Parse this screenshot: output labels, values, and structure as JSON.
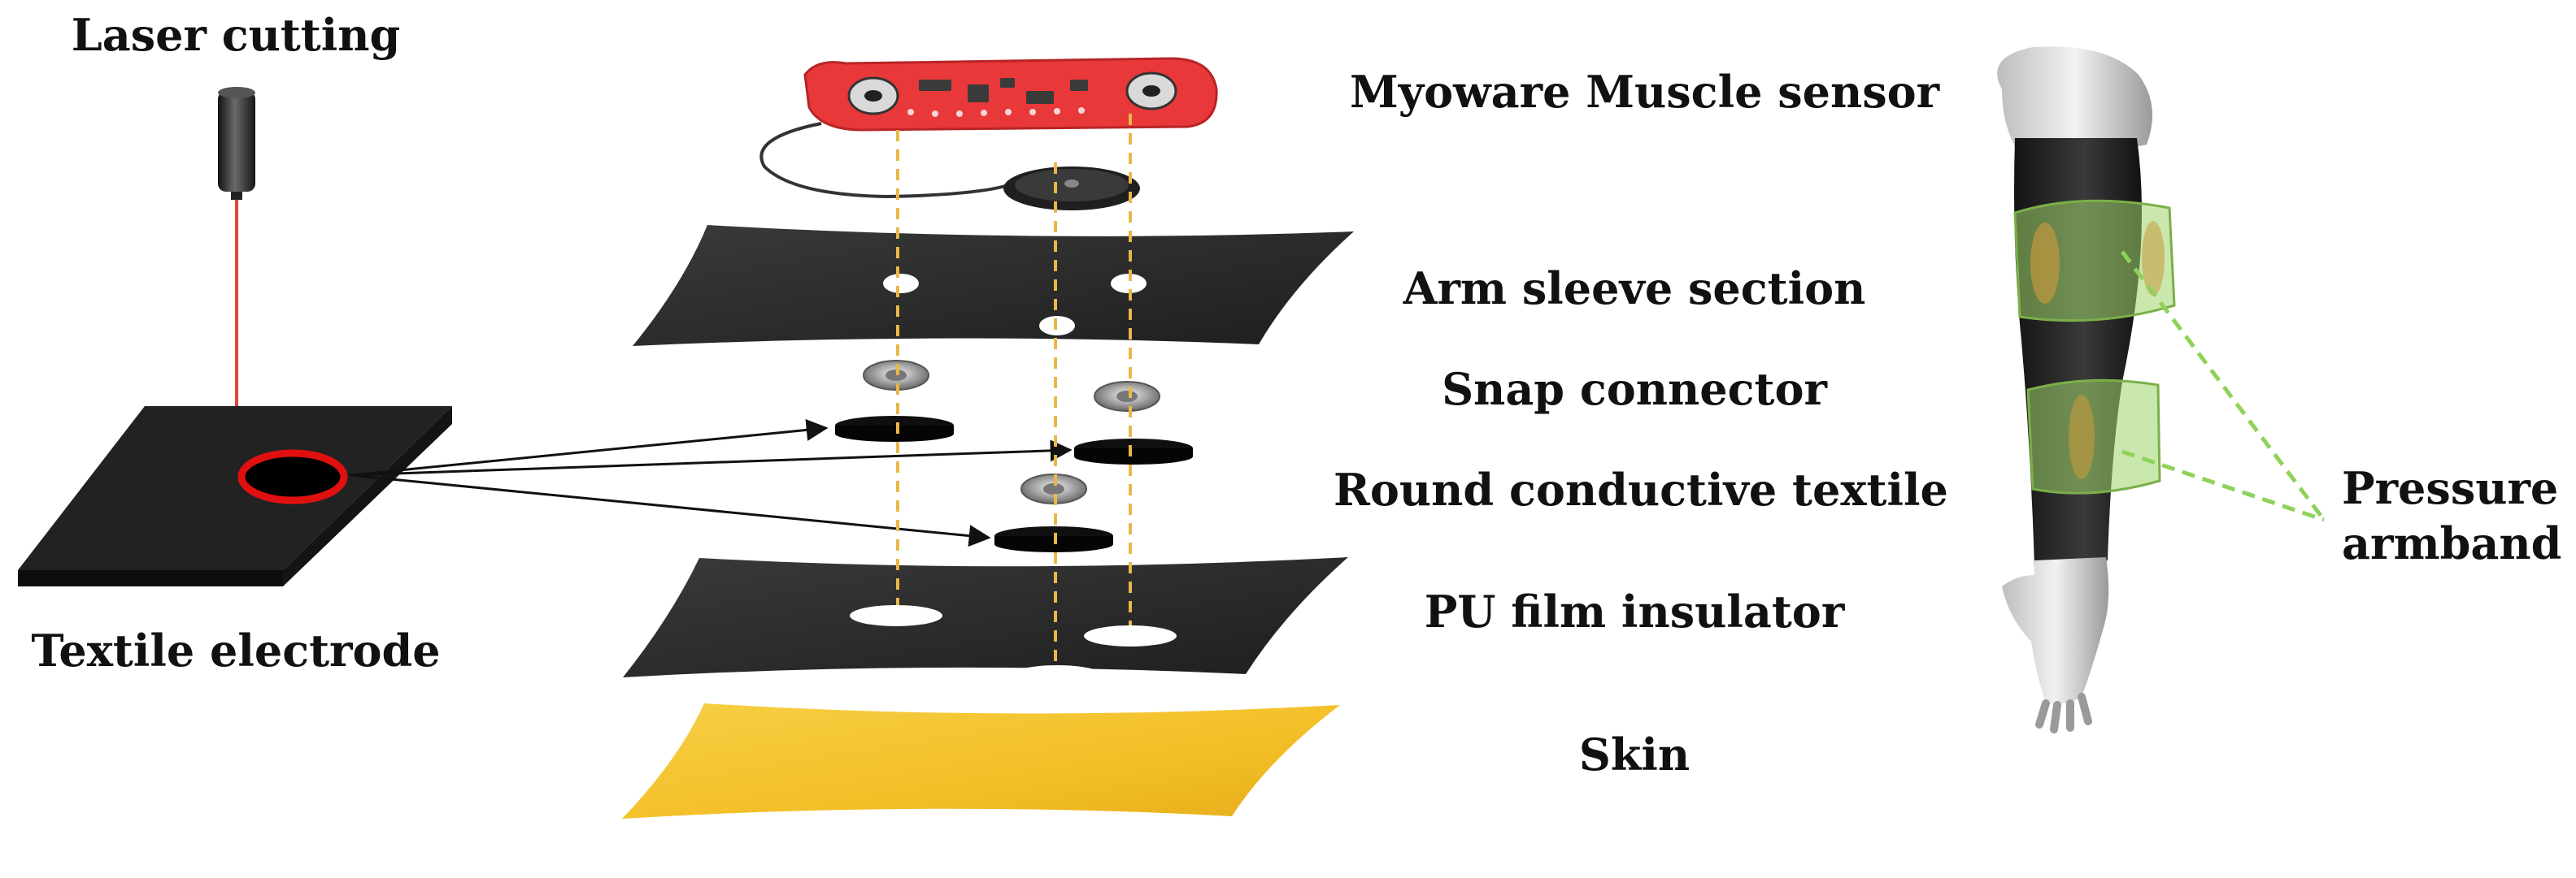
{
  "labels": {
    "laser_cutting": "Laser cutting",
    "textile_electrode": "Textile electrode",
    "myoware": "Myoware Muscle sensor",
    "arm_sleeve": "Arm sleeve section",
    "snap_connector": "Snap connector",
    "round_textile": "Round conductive textile",
    "pu_film": "PU film insulator",
    "skin": "Skin",
    "pressure_line1": "Pressure",
    "pressure_line2": "armband"
  },
  "colors": {
    "laser_beam": "#e8423c",
    "cut_ring": "#e01010",
    "sensor_board": "#e8383a",
    "fabric_layer": "#2b2b2b",
    "skin_layer": "#f5c32a",
    "guide_line": "#e9b84a",
    "armband": "#9fd36a",
    "armband_pointer": "#8fd25a"
  }
}
